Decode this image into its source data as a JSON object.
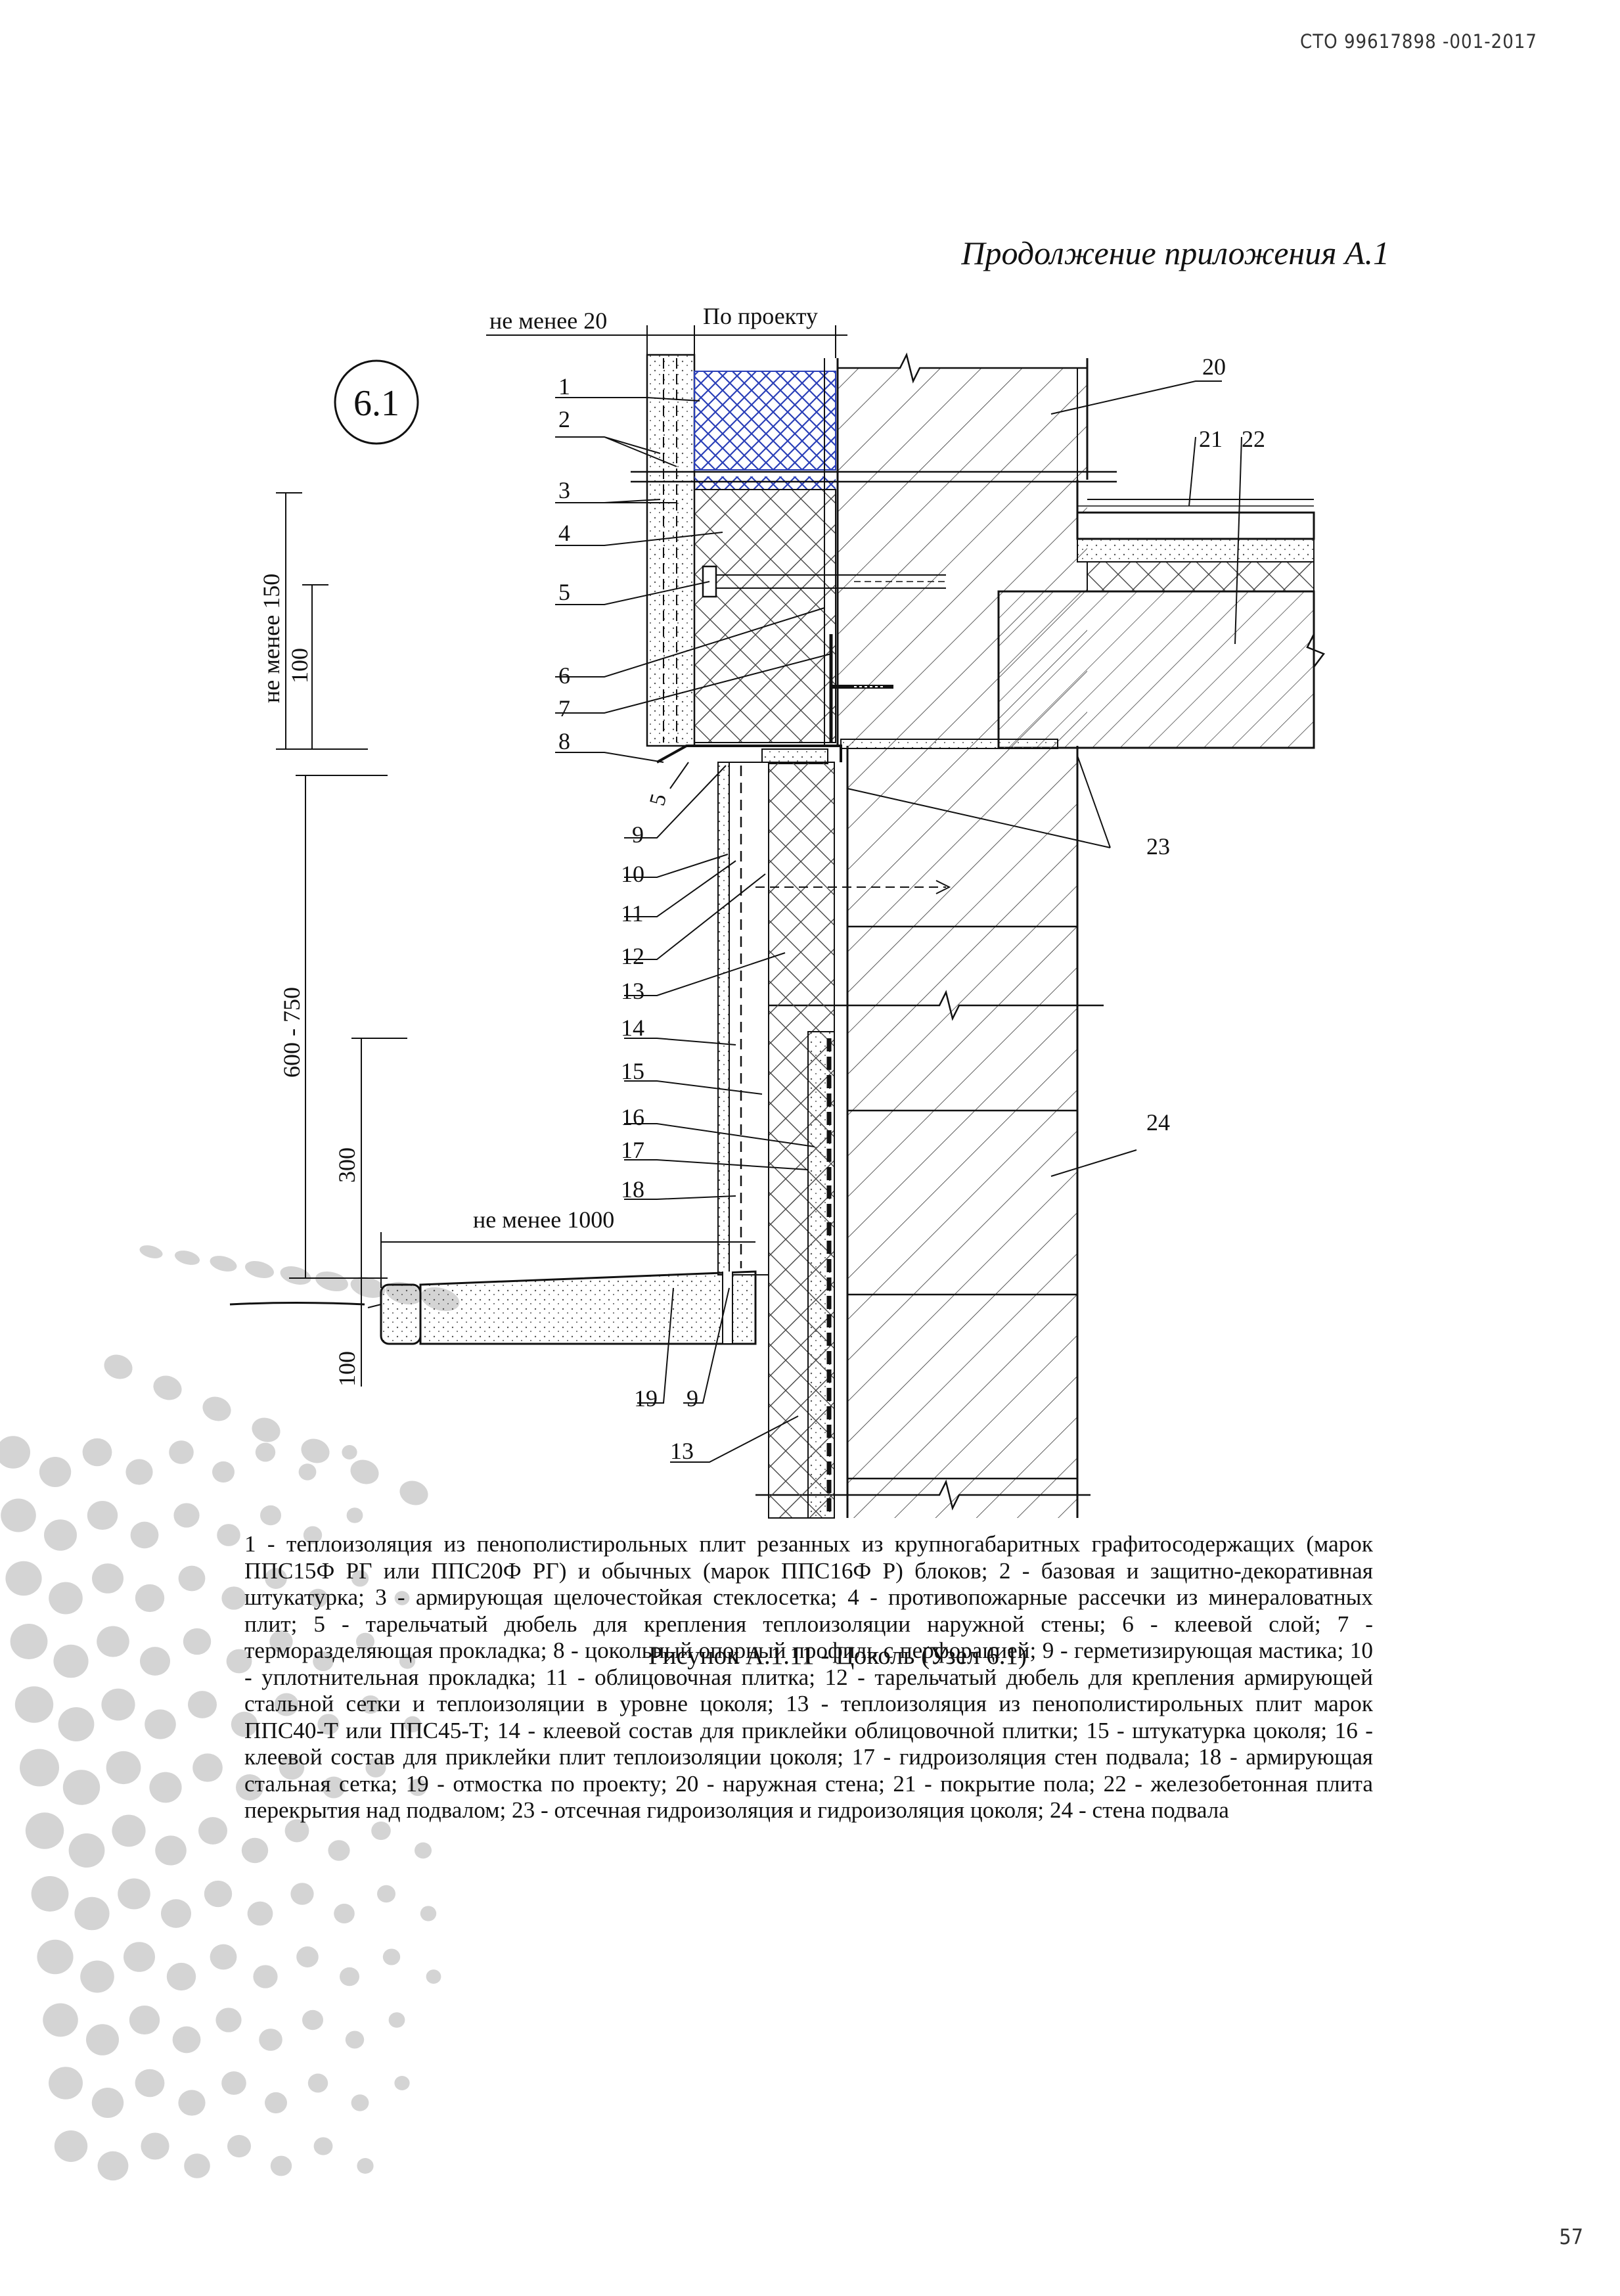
{
  "header": {
    "doc_code": "СТО 99617898 -001-2017",
    "appendix_title": "Продолжение приложения А.1"
  },
  "drawing": {
    "node_id": "6.1",
    "dimensions": {
      "top_left": "не менее 20",
      "top_right": "По проекту",
      "v_150": "не менее 150",
      "v_100_upper": "100",
      "v_600_750": "600 - 750",
      "v_300": "300",
      "h_1000": "не менее 1000",
      "v_100_lower": "100"
    },
    "callouts": [
      "1",
      "2",
      "3",
      "4",
      "5",
      "6",
      "7",
      "8",
      "5",
      "9",
      "10",
      "11",
      "12",
      "13",
      "14",
      "15",
      "16",
      "17",
      "18",
      "19",
      "9",
      "13",
      "20",
      "21",
      "22",
      "23",
      "24"
    ]
  },
  "legend": {
    "text": "1 - теплоизоляция из пенополистирольных плит резанных из крупногабаритных графитосодержащих (марок ППС15Ф РГ или ППС20Ф РГ) и обычных (марок ППС16Ф Р) блоков; 2 - базовая и защитно-декоративная штукатурка; 3 - армирующая щелочестойкая стеклосетка; 4 - противопожарные рассечки из минераловатных плит; 5 - тарельчатый дюбель для крепления теплоизоляции наружной стены; 6 - клеевой слой; 7 - терморазделяющая прокладка; 8 - цокольный опорный профиль с перфорацией; 9 - герметизирующая мастика; 10 - уплотнительная прокладка; 11 - облицовочная плитка; 12 - тарельчатый дюбель для крепления армирующей стальной сетки и теплоизоляции в уровне цоколя; 13 - теплоизоляция из пенополистирольных плит марок ППС40-Т или ППС45-Т; 14 - клеевой состав для приклейки облицовочной плитки; 15 - штукатурка цоколя; 16 - клеевой состав для приклейки плит теплоизоляции цоколя; 17 - гидроизоляция стен подвала; 18 - армирующая стальная сетка; 19 - отмостка по проекту; 20 - наружная стена; 21 - покрытие пола; 22 - железобетонная плита перекрытия над подвалом; 23 - отсечная гидроизоляция и гидроизоляция цоколя; 24 - стена подвала"
  },
  "caption": "Рисунок А.1.11 - Цоколь (Узел 6.1)",
  "page_number": "57",
  "colors": {
    "decor_dots": "#d4d4d4",
    "insulation_blue": "#2a3fb8",
    "line": "#111111"
  }
}
